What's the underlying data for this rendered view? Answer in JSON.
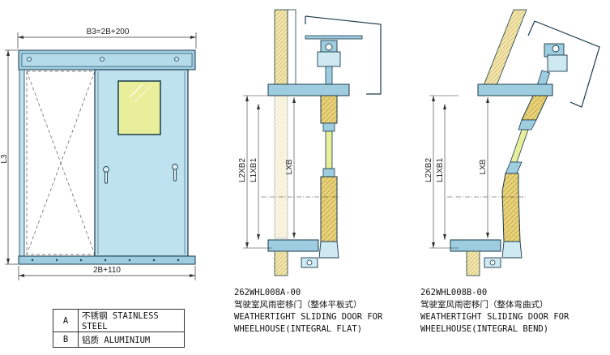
{
  "front_view": {
    "dim_top": "B3=2B+200",
    "dim_bottom": "2B+110",
    "dim_left": "L3"
  },
  "section_a": {
    "dim_outer": "L2XB2",
    "dim_middle": "L1XB1",
    "dim_inner": "LXB",
    "caption": {
      "code": "262WHL008A-00",
      "cn": "驾驶室风雨密移门（整体平板式）",
      "en1": "WEATHERTIGHT SLIDING DOOR FOR",
      "en2": "WHEELHOUSE(INTEGRAL FLAT)"
    }
  },
  "section_b": {
    "dim_outer": "L2XB2",
    "dim_middle": "L1XB1",
    "dim_inner": "LXB",
    "caption": {
      "code": "262WHL008B-00",
      "cn": "驾驶室风雨密移门（整体弯曲式）",
      "en1": "WEATHERTIGHT SLIDING DOOR FOR",
      "en2": "WHEELHOUSE(INTEGRAL BEND)"
    }
  },
  "legend": [
    {
      "key": "A",
      "value": "不锈钢 STAINLESS STEEL"
    },
    {
      "key": "B",
      "value": "铝质 ALUMINIUM"
    }
  ],
  "colors": {
    "door_fill": "#bfe2ef",
    "frame_fill": "#9fcde0",
    "window_fill": "#e9ee9a",
    "insulation": "#e8d27a",
    "outline": "#1a3a4a"
  }
}
